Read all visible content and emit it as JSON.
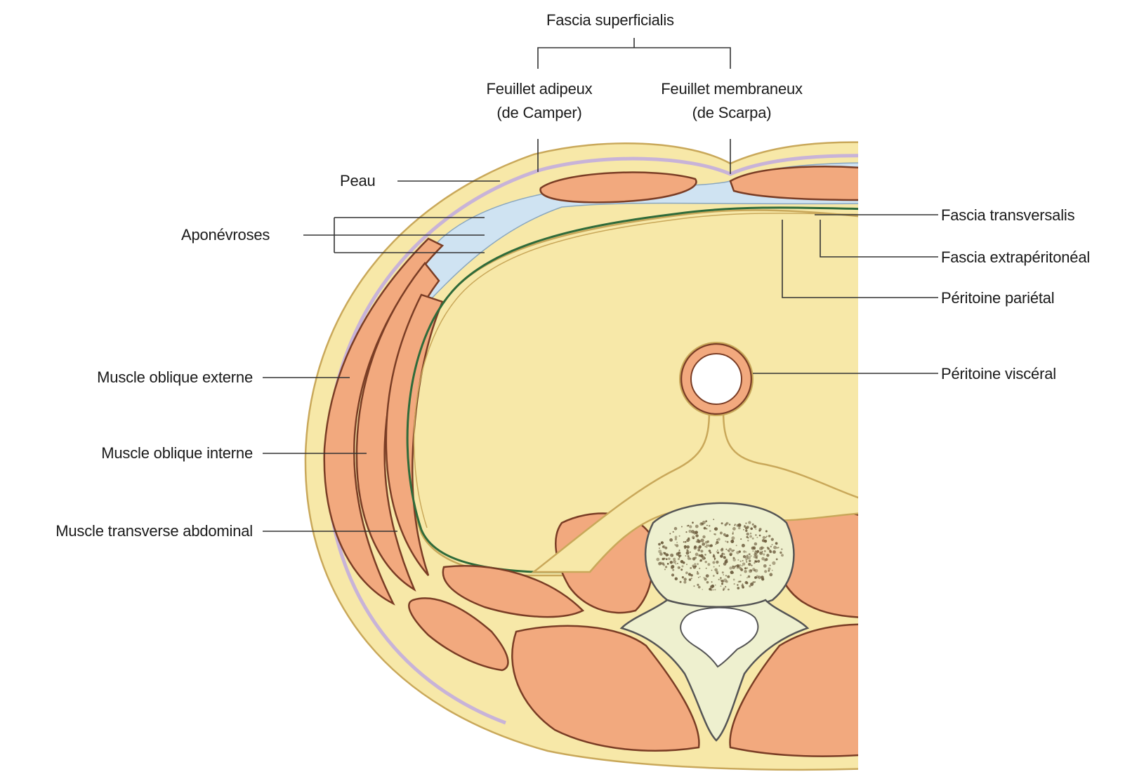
{
  "colors": {
    "skin": "#f7e8a8",
    "skin_line": "#c9a85a",
    "muscle": "#f2a97e",
    "muscle_line": "#7a3d25",
    "aponeurosis": "#cfe3f2",
    "fascia_purple": "#c8b3d8",
    "peritoneum_green": "#2f6b3a",
    "bone": "#eef0cf",
    "marrow": "#6b5a3c",
    "leader": "#333333"
  },
  "labels": {
    "fascia_superficialis": "Fascia superficialis",
    "camper_line1": "Feuillet adipeux",
    "camper_line2": "(de Camper)",
    "scarpa_line1": "Feuillet membraneux",
    "scarpa_line2": "(de Scarpa)",
    "peau": "Peau",
    "aponevroses": "Aponévroses",
    "oblique_externe": "Muscle oblique externe",
    "oblique_interne": "Muscle oblique interne",
    "transverse": "Muscle transverse abdominal",
    "fascia_transversalis": "Fascia transversalis",
    "fascia_extraperitoneal": "Fascia extrapéritonéal",
    "peritoine_parietal": "Péritoine pariétal",
    "peritoine_visceral": "Péritoine viscéral"
  }
}
